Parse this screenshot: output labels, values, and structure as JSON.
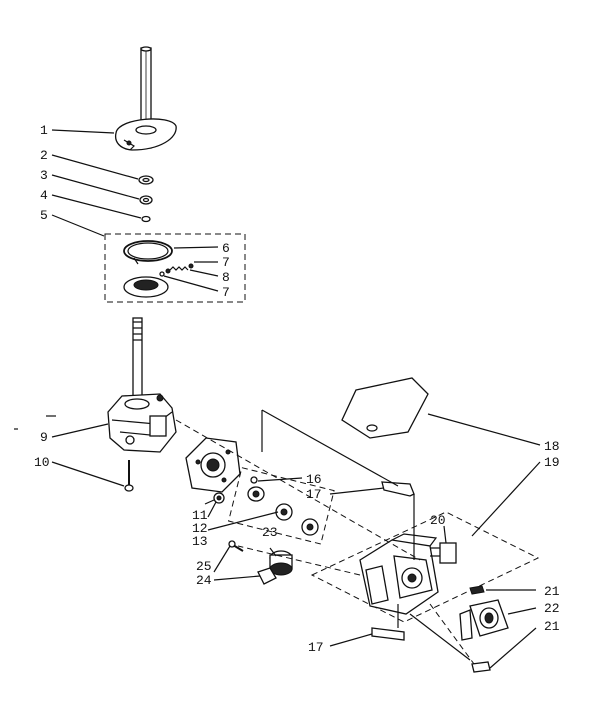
{
  "diagram": {
    "callouts": {
      "c1": "1",
      "c2": "2",
      "c3": "3",
      "c4": "4",
      "c5": "5",
      "c6": "6",
      "c7a": "7",
      "c8": "8",
      "c7b": "7",
      "c9": "9",
      "c10": "10",
      "c11": "11",
      "c12": "12",
      "c13": "13",
      "c16": "16",
      "c17a": "17",
      "c18": "18",
      "c19": "19",
      "c20": "20",
      "c21a": "21",
      "c22": "22",
      "c21b": "21",
      "c23": "23",
      "c25": "25",
      "c24": "24",
      "c17b": "17"
    }
  }
}
